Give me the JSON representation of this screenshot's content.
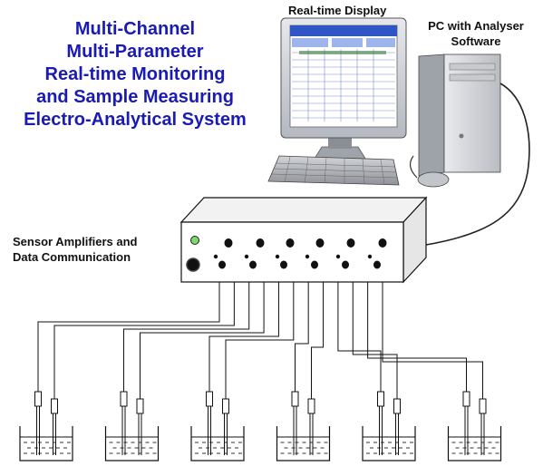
{
  "title": {
    "lines": [
      "Multi-Channel",
      "Multi-Parameter",
      "Real-time Monitoring",
      "and Sample Measuring",
      "Electro-Analytical System"
    ]
  },
  "labels": {
    "display": "Real-time Display",
    "pc_line1": "PC with Analyser",
    "pc_line2": "Software",
    "amp_line1": "Sensor Amplifiers and",
    "amp_line2": "Data Communication"
  },
  "colors": {
    "title": "#1a1ab4",
    "power_led": "#7ed86f",
    "monitor_bezel": "#c9ccd2",
    "screen_header": "#2f56c4",
    "tower": "#d4d6da"
  },
  "beakers": {
    "count": 6,
    "electrodes_per_beaker": 2
  }
}
